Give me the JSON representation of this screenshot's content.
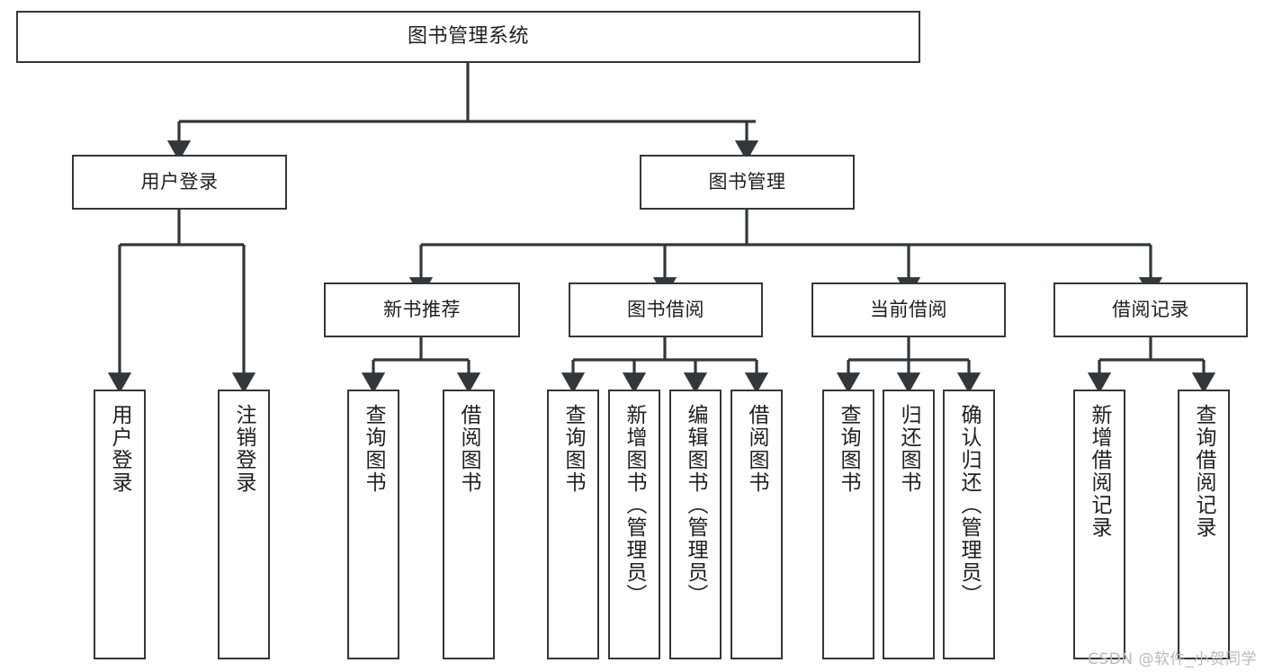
{
  "diagram": {
    "title": "图书管理系统",
    "type": "functional-structure-tree",
    "background_color": "#ffffff",
    "line_color": "#32373c",
    "box_border_color": "#32373c",
    "text_color": "#1f1f1f"
  },
  "nodes": {
    "root": {
      "label": "图书管理系统",
      "level": 0
    },
    "level1": [
      {
        "id": "user-login",
        "label": "用户登录"
      },
      {
        "id": "book-manage",
        "label": "图书管理"
      }
    ],
    "level2": [
      {
        "id": "new-book-recommend",
        "label": "新书推荐",
        "parent": "book-manage"
      },
      {
        "id": "book-borrow",
        "label": "图书借阅",
        "parent": "book-manage"
      },
      {
        "id": "current-borrow",
        "label": "当前借阅",
        "parent": "book-manage"
      },
      {
        "id": "borrow-record",
        "label": "借阅记录",
        "parent": "book-manage"
      }
    ],
    "leaves": [
      {
        "id": "leaf-user-login",
        "label": "用户登录",
        "parent": "user-login"
      },
      {
        "id": "leaf-logout-login",
        "label": "注销登录",
        "parent": "user-login"
      },
      {
        "id": "leaf-query-book-1",
        "label": "查询图书",
        "parent": "new-book-recommend"
      },
      {
        "id": "leaf-borrow-book-1",
        "label": "借阅图书",
        "parent": "new-book-recommend"
      },
      {
        "id": "leaf-query-book-2",
        "label": "查询图书",
        "parent": "book-borrow"
      },
      {
        "id": "leaf-add-book",
        "label": "新增图书（管理员）",
        "parent": "book-borrow"
      },
      {
        "id": "leaf-edit-book",
        "label": "编辑图书（管理员）",
        "parent": "book-borrow"
      },
      {
        "id": "leaf-borrow-book-2",
        "label": "借阅图书",
        "parent": "book-borrow"
      },
      {
        "id": "leaf-query-book-3",
        "label": "查询图书",
        "parent": "current-borrow"
      },
      {
        "id": "leaf-return-book",
        "label": "归还图书",
        "parent": "current-borrow"
      },
      {
        "id": "leaf-confirm-return",
        "label": "确认归还（管理员）",
        "parent": "current-borrow"
      },
      {
        "id": "leaf-add-record",
        "label": "新增借阅记录",
        "parent": "borrow-record"
      },
      {
        "id": "leaf-query-record",
        "label": "查询借阅记录",
        "parent": "borrow-record"
      }
    ]
  },
  "watermark": {
    "text": "CSDN @软件_小贺同学"
  }
}
